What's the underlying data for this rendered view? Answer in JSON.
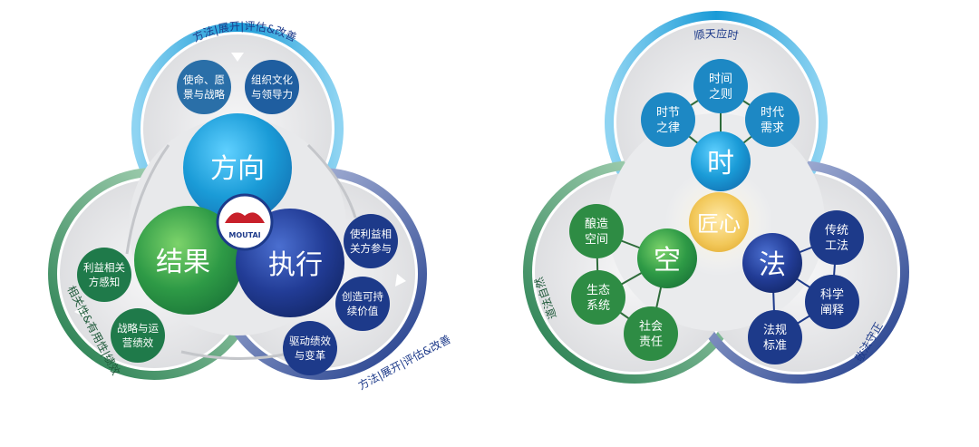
{
  "left_diagram": {
    "center_circles": {
      "direction": "方向",
      "results": "结果",
      "execution": "执行"
    },
    "logo": {
      "text": "MOUTAI"
    },
    "nodes": {
      "mission": [
        "使命、愿",
        "景与战略"
      ],
      "culture": [
        "组织文化",
        "与领导力"
      ],
      "stakeholder_benefit": [
        "使利益相",
        "关方参与"
      ],
      "sustainable_value": [
        "创造可持",
        "续价值"
      ],
      "performance": [
        "驱动绩效",
        "与变革"
      ],
      "stakeholder_perception": [
        "利益相关",
        "方感知"
      ],
      "strategic_performance": [
        "战略与运",
        "营绩效"
      ]
    },
    "ring_labels": {
      "top": "方法|展开|评估&改善",
      "right": "方法|展开|评估&改善",
      "left": "相关性&有用性|绩效"
    }
  },
  "right_diagram": {
    "center": "匠心",
    "big_circles": {
      "time": "时",
      "space": "空",
      "law": "法"
    },
    "nodes": {
      "time_principle": [
        "时间",
        "之则"
      ],
      "solar_terms": [
        "时节",
        "之律"
      ],
      "era_demand": [
        "时代",
        "需求"
      ],
      "brewing_space": [
        "酿造",
        "空间"
      ],
      "ecosystem": [
        "生态",
        "系统"
      ],
      "social_responsibility": [
        "社会",
        "责任"
      ],
      "traditional_craft": [
        "传统",
        "工法"
      ],
      "scientific_explanation": [
        "科学",
        "阐释"
      ],
      "regulation_standard": [
        "法规",
        "标准"
      ]
    },
    "ring_labels": {
      "top": "顺天应时",
      "left": "道法自然",
      "right": "敬法守正"
    }
  },
  "colors": {
    "light_blue": "#1a9bd7",
    "deep_blue": "#1d3a8a",
    "mid_blue": "#2a7fb8",
    "green": "#2e9a46",
    "dark_green": "#1f7a4a",
    "gold": "#f2c85a",
    "gray_bg": "#e9eaec"
  }
}
